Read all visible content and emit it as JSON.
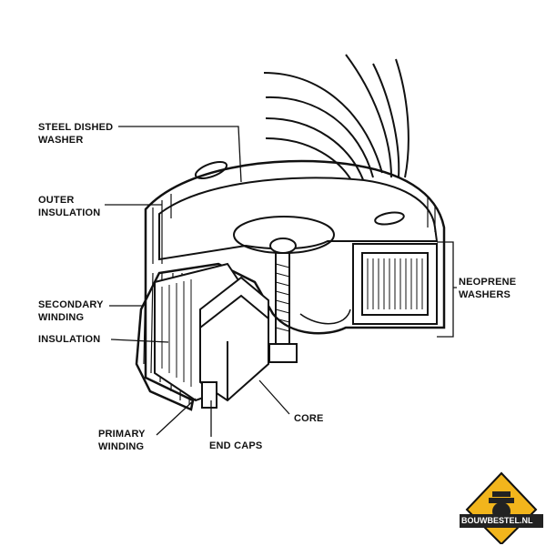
{
  "labels": {
    "steel_dished_washer": [
      "STEEL DISHED",
      "WASHER"
    ],
    "outer_insulation": [
      "OUTER",
      "INSULATION"
    ],
    "secondary_winding": [
      "SECONDARY",
      "WINDING"
    ],
    "insulation": "INSULATION",
    "primary_winding": [
      "PRIMARY",
      "WINDING"
    ],
    "end_caps": "END CAPS",
    "core": "CORE",
    "neoprene_washers": [
      "NEOPRENE",
      "WASHERS"
    ]
  },
  "logo": {
    "text": "BOUWBESTEL.NL",
    "accent": "#f2b51c"
  }
}
